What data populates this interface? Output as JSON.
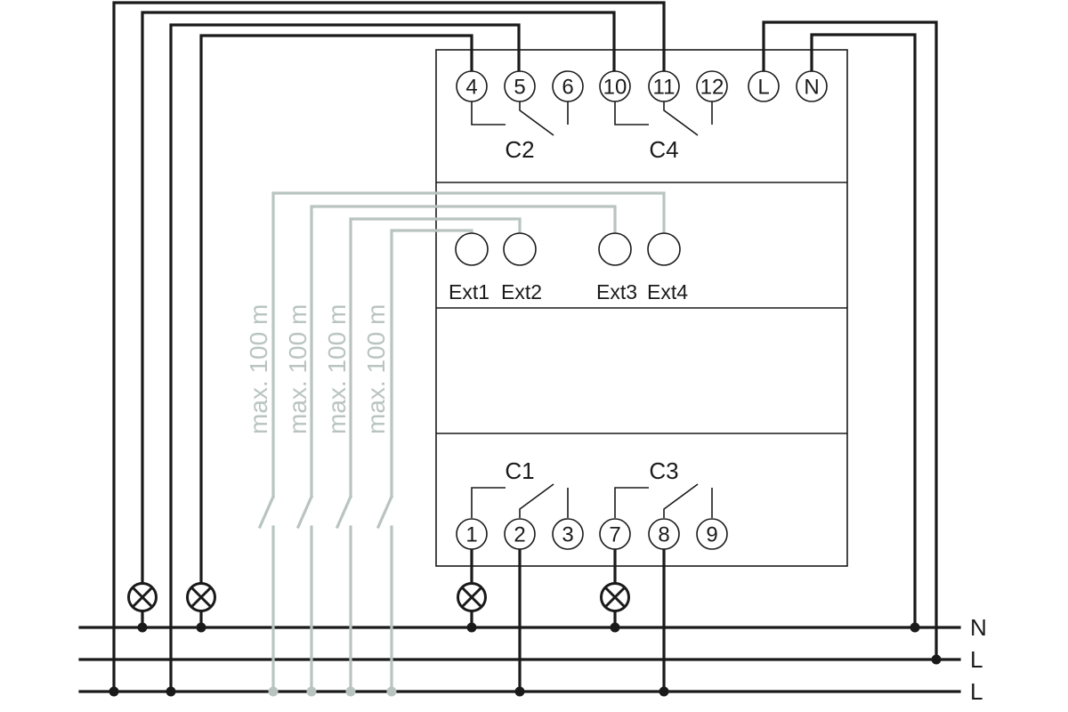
{
  "terminals_top": {
    "t4": "4",
    "t5": "5",
    "t6": "6",
    "t10": "10",
    "t11": "11",
    "t12": "12",
    "tL": "L",
    "tN": "N"
  },
  "terminals_bottom": {
    "t1": "1",
    "t2": "2",
    "t3": "3",
    "t7": "7",
    "t8": "8",
    "t9": "9"
  },
  "contacts": {
    "c1": "C1",
    "c2": "C2",
    "c3": "C3",
    "c4": "C4"
  },
  "ext_inputs": {
    "ext1": "Ext1",
    "ext2": "Ext2",
    "ext3": "Ext3",
    "ext4": "Ext4"
  },
  "cable_length": "max. 100 m",
  "bus_lines": {
    "n": "N",
    "l1": "L",
    "l2": "L"
  },
  "colors": {
    "wire": "#1a1a1a",
    "control_wire": "#b9c4c1"
  },
  "icons": {
    "lamp": "lamp-icon",
    "switch": "switch-icon",
    "terminal": "terminal-icon"
  }
}
